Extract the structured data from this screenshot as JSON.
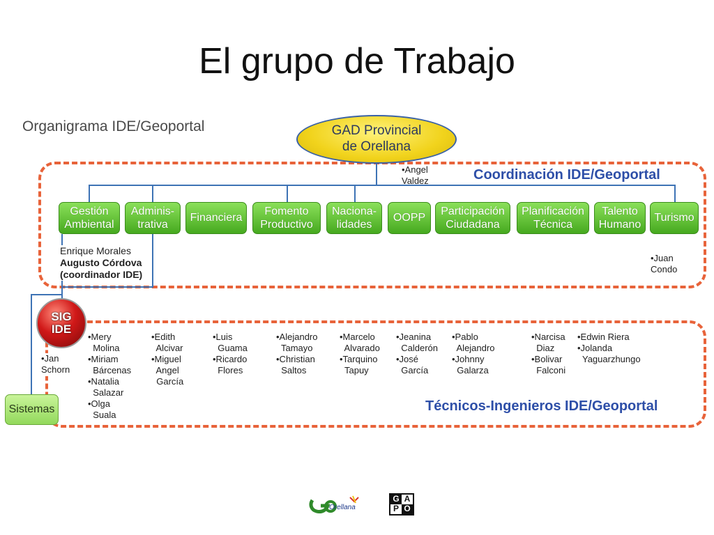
{
  "title": "El grupo de Trabajo",
  "diagram": {
    "org_title": "Organigrama IDE/Geoportal",
    "root": "GAD Provincial\nde Orellana",
    "root_note": "•Angel\n  Valdez",
    "coordination_label": "Coordinación IDE/Geoportal",
    "technicians_label": "Técnicos-Ingenieros IDE/Geoportal",
    "departments": [
      "Gestión\nAmbiental",
      "Adminis-\ntrativa",
      "Financiera",
      "Fomento\nProductivo",
      "Naciona-\nlidades",
      "OOPP",
      "Participación\nCiudadana",
      "Planificación\nTécnica",
      "Talento\nHumano",
      "Turismo"
    ],
    "coordinator_name_1": "Enrique Morales",
    "coordinator_name_2": "Augusto Córdova",
    "coordinator_role": "(coordinador IDE)",
    "turismo_note": "•Juan\n  Condo",
    "sig_node": "SIG\nIDE",
    "sistemas_node": "Sistemas",
    "sistemas_note": "•Jan\n  Schorn",
    "technicians": [
      [
        "•Mery",
        "  Molina",
        "•Miriam",
        "  Bárcenas",
        "•Natalia",
        "  Salazar",
        "•Olga",
        "  Suala"
      ],
      [
        "•Edith",
        "  Alcivar",
        "•Miguel",
        "  Angel",
        "  García"
      ],
      [
        "•Luis",
        "  Guama",
        "•Ricardo",
        "  Flores"
      ],
      [
        "•Alejandro",
        "  Tamayo",
        "•Christian",
        "  Saltos"
      ],
      [
        "•Marcelo",
        "  Alvarado",
        "•Tarquino",
        "  Tapuy"
      ],
      [
        "•Jeanina",
        "  Calderón",
        "•José",
        "  García"
      ],
      [
        "•Pablo",
        "  Alejandro",
        "•Johnny",
        "  Galarza"
      ],
      [
        "•Narcisa",
        "  Diaz",
        "•Bolivar",
        "  Falconi"
      ],
      [
        "•Edwin Riera",
        "•Jolanda",
        "  Yaguarzhungo"
      ]
    ]
  },
  "footer": {
    "logo1_text": "Orellana",
    "logo2_letters": [
      "G",
      "A",
      "P",
      "O"
    ]
  },
  "colors": {
    "dashed_border": "#e8633a",
    "section_label": "#2e4fa8",
    "dept_box": "#5cbf2a",
    "root_fill": "#f1d31c",
    "connector": "#3e73b5"
  }
}
